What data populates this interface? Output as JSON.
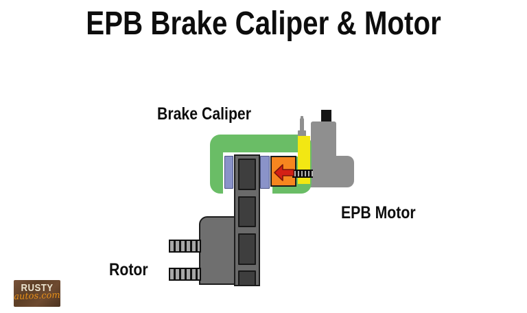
{
  "title": "EPB Brake Caliper & Motor",
  "labels": {
    "brake_caliper": "Brake Caliper",
    "epb_motor": "EPB Motor",
    "rotor": "Rotor"
  },
  "logo": {
    "line1": "RUSTY",
    "line2": "autos.com"
  },
  "colors": {
    "title_black": "#0d0d0d",
    "caliper_green": "#6abd66",
    "piston_orange": "#f6861f",
    "spindle_yellow": "#f2e713",
    "pad_blue": "#8a93c9",
    "pad_border": "#4a5284",
    "arrow_red": "#d42015",
    "arrow_border": "#7a150d",
    "motor_gray": "#8f8f8f",
    "rotor_gray": "#6a6a6a",
    "rotor_slot": "#3e3e3e",
    "hub_gray": "#6f6f6f",
    "outline_dark": "#1c1c1c",
    "stud_light": "#a8a8a8",
    "rod_light": "#b5b5b5",
    "logo_brown": "#6b4a2f",
    "logo_cream": "#ece4cf",
    "logo_orange": "#e89018"
  }
}
